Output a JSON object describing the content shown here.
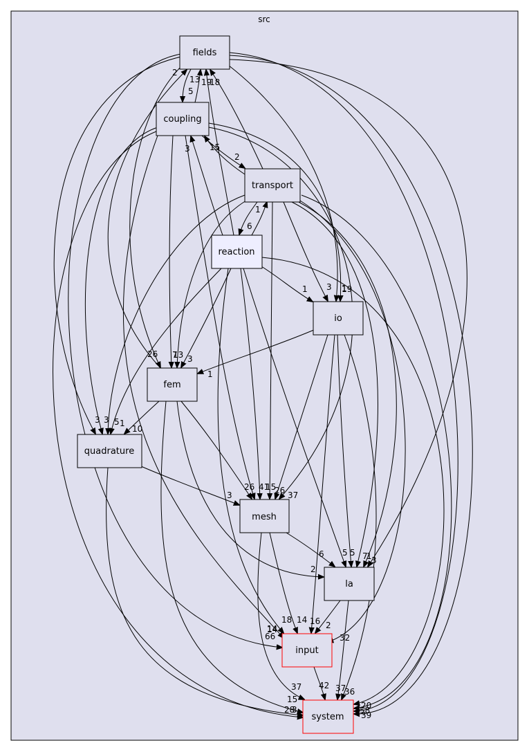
{
  "cluster": {
    "title": "src"
  },
  "nodes": {
    "fields": "fields",
    "coupling": "coupling",
    "transport": "transport",
    "reaction": "reaction",
    "io": "io",
    "fem": "fem",
    "quadrature": "quadrature",
    "mesh": "mesh",
    "la": "la",
    "input": "input",
    "system": "system"
  },
  "colors": {
    "cluster_fill": "#dfdfee",
    "node_fill": "#dfdfee",
    "focus_fill": "#eeeeff",
    "external_border": "#ff0000"
  },
  "edge_labels": {
    "fields_coupling": "5",
    "coupling_fields": "13",
    "transport_fields": "19",
    "reaction_fields": "18",
    "fem_fields": "2",
    "coupling_transport": "2",
    "transport_coupling": "15",
    "reaction_coupling": "3",
    "transport_reaction": "6",
    "reaction_transport": "1",
    "reaction_io": "1",
    "transport_io": "3",
    "fields_io": "19",
    "coupling_io": "1",
    "io_fem": "1",
    "reaction_fem": "3",
    "transport_fem": "13",
    "coupling_fem": "7",
    "fields_fem": "26",
    "fem_quadrature": "10",
    "reaction_quadrature": "1",
    "transport_quadrature": "5",
    "coupling_quadrature": "3",
    "fields_quadrature": "3",
    "quadrature_mesh": "3",
    "fem_mesh": "26",
    "reaction_mesh": "41",
    "transport_mesh": "15",
    "io_mesh": "26",
    "coupling_mesh": "37",
    "mesh_la": "6",
    "fem_la": "2",
    "reaction_la": "5",
    "io_la": "5",
    "transport_la": "7",
    "coupling_la": "1",
    "fields_la": "3",
    "reaction_input": "18",
    "io_input": "14",
    "mesh_input": "14",
    "la_input": "2",
    "transport_input": "16",
    "coupling_input": "14",
    "fields_input": "66",
    "input_system": "42",
    "la_system": "32",
    "io_system": "37",
    "mesh_system": "37",
    "reaction_system": "36",
    "fem_system": "15",
    "quadrature_system": "28",
    "coupling_system": "3",
    "transport_system": "20",
    "fields_system": "58",
    "fields_system_b": "39"
  }
}
